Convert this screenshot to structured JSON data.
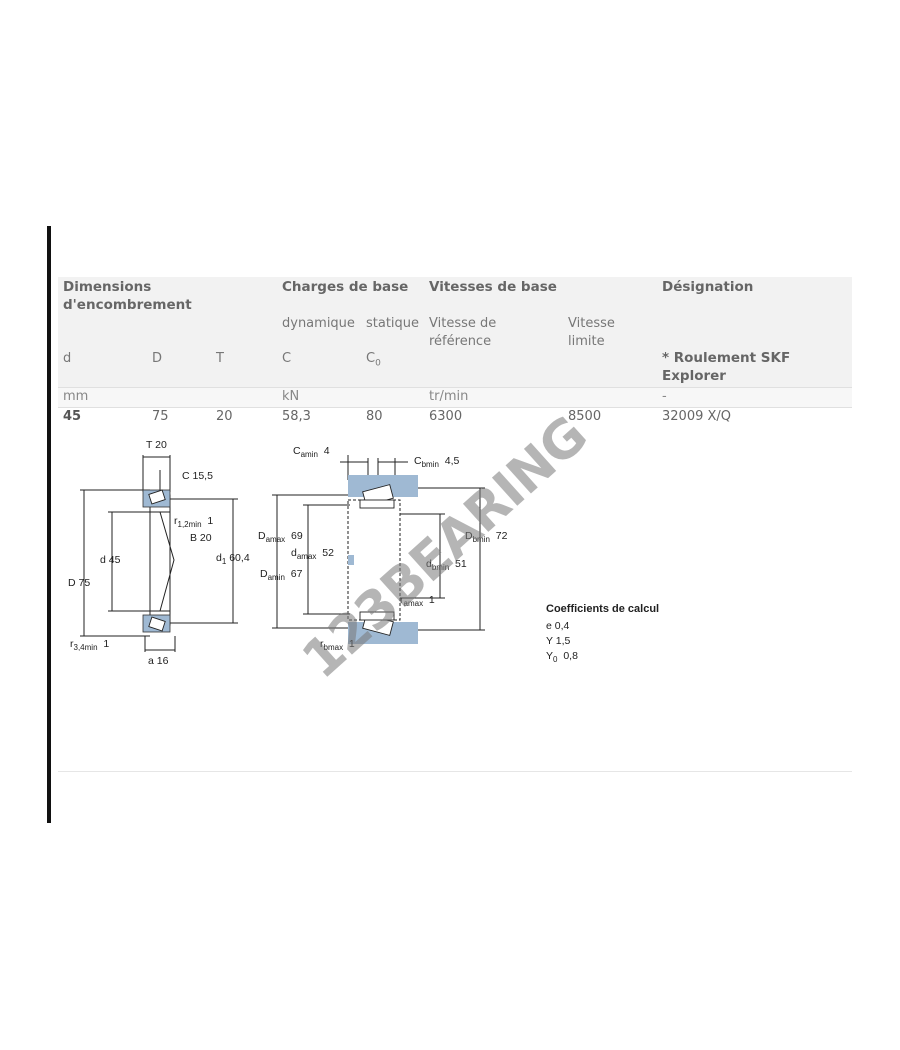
{
  "headers": {
    "dimensions_line1": "Dimensions",
    "dimensions_line2": "d'encombrement",
    "charges": "Charges de base",
    "vitesses": "Vitesses de base",
    "designation": "Désignation"
  },
  "subheaders": {
    "dynamique": "dynamique",
    "statique": "statique",
    "vitesse_ref_line1": "Vitesse de",
    "vitesse_ref_line2": "référence",
    "vitesse_lim_line1": "Vitesse",
    "vitesse_lim_line2": "limite"
  },
  "symbols": {
    "d": "d",
    "D": "D",
    "T": "T",
    "C": "C",
    "C0_base": "C",
    "C0_sub": "0",
    "explorer_line1": "* Roulement SKF",
    "explorer_line2": "Explorer"
  },
  "units": {
    "mm": "mm",
    "kN": "kN",
    "tr_min": "tr/min",
    "dash": "-"
  },
  "values": {
    "d": "45",
    "D": "75",
    "T": "20",
    "C": "58,3",
    "C0": "80",
    "v_ref": "6300",
    "v_lim": "8500",
    "designation": "32009 X/Q"
  },
  "drawing1": {
    "T": "T  20",
    "C": "C  15,5",
    "r12_base": "r",
    "r12_sub": "1,2min",
    "r12_val": "1",
    "B": "B  20",
    "d": "d  45",
    "d1_base": "d",
    "d1_sub": "1",
    "d1_val": "60,4",
    "D": "D  75",
    "r34_base": "r",
    "r34_sub": "3,4min",
    "r34_val": "1",
    "a": "a  16"
  },
  "drawing2": {
    "Ca_base": "C",
    "Ca_sub": "amin",
    "Ca_val": "4",
    "Cb_base": "C",
    "Cb_sub": "bmin",
    "Cb_val": "4,5",
    "Damax_base": "D",
    "Damax_sub": "amax",
    "Damax_val": "69",
    "damax_base": "d",
    "damax_sub": "amax",
    "damax_val": "52",
    "Damin_base": "D",
    "Damin_sub": "amin",
    "Damin_val": "67",
    "Dbmin_base": "D",
    "Dbmin_sub": "bmin",
    "Dbmin_val": "72",
    "dbmin_base": "d",
    "dbmin_sub": "bmin",
    "dbmin_val": "51",
    "ramax_base": "r",
    "ramax_sub": "amax",
    "ramax_val": "1",
    "rbmax_base": "r",
    "rbmax_sub": "bmax",
    "rbmax_val": "1"
  },
  "coefficients": {
    "title": "Coefficients de calcul",
    "e": "e  0,4",
    "Y": "Y  1,5",
    "Y0_base": "Y",
    "Y0_sub": "0",
    "Y0_val": "0,8"
  },
  "watermark": "123BEARING",
  "colors": {
    "housing_blue": "#9fb9d3",
    "rule": "#111111"
  }
}
